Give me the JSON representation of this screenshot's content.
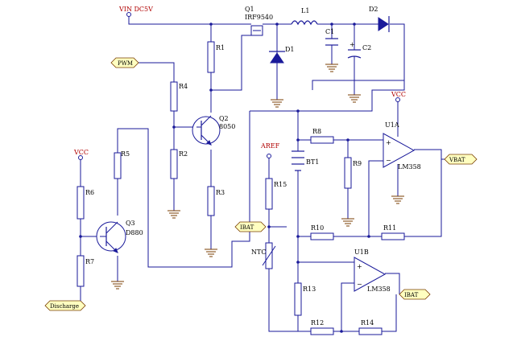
{
  "labels": {
    "vin": "VIN DC5V",
    "q1": "Q1",
    "q1_part": "IRF9540",
    "l1": "L1",
    "d2": "D2",
    "c1": "C1",
    "c2": "C2",
    "d1": "D1",
    "r1": "R1",
    "r4": "R4",
    "r2": "R2",
    "r3": "R3",
    "q2": "Q2",
    "q2_part": "8050",
    "vcc_top": "VCC",
    "u1a": "U1A",
    "u1a_part": "LM358",
    "r8": "R8",
    "r9": "R9",
    "aref": "AREF",
    "r15": "R15",
    "bt1": "BT1",
    "vcc_left": "VCC",
    "r5": "R5",
    "r6": "R6",
    "r7": "R7",
    "q3": "Q3",
    "q3_part": "D880",
    "r10": "R10",
    "r11": "R11",
    "ntc": "NTC",
    "u1b": "U1B",
    "u1b_part": "LM358",
    "r13": "R13",
    "r12": "R12",
    "r14": "R14",
    "plus_a": "+",
    "minus_a": "−",
    "plus_b": "+",
    "minus_b": "−",
    "plus_c2": "+"
  },
  "ports": {
    "pwm": "PWM",
    "vbat": "VBAT",
    "ibat_left": "IBAT",
    "ibat_right": "IBAT",
    "discharge": "Discharge"
  }
}
